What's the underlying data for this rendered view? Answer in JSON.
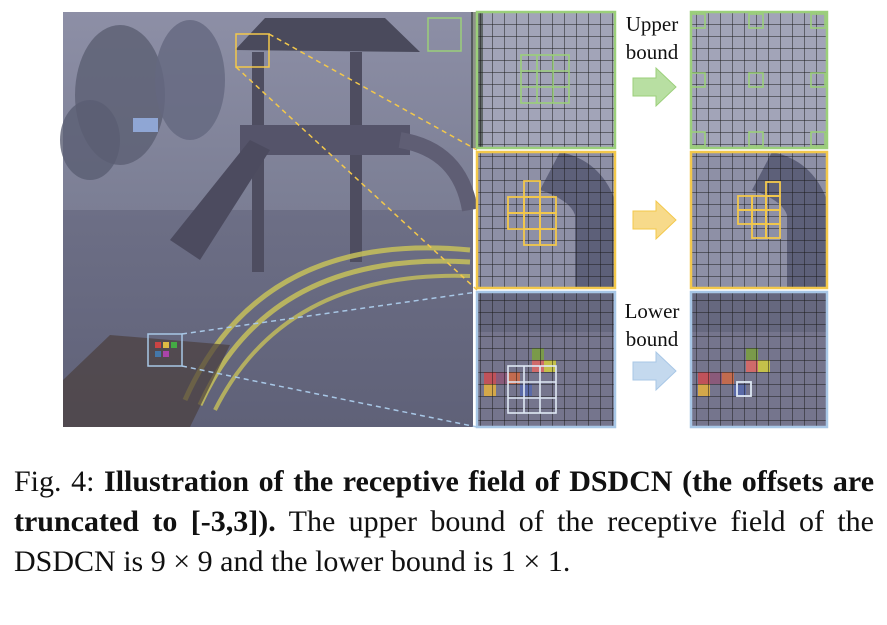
{
  "figure": {
    "upper_label": [
      "Upper",
      "bound"
    ],
    "lower_label": [
      "Lower",
      "bound"
    ],
    "colors": {
      "upper": "#9bcf7a",
      "middle": "#f3c84b",
      "lower": "#a8c7e6",
      "grid": "#1a1a1a"
    }
  },
  "caption": {
    "prefix": "Fig. 4: ",
    "bold": "Illustration of the receptive field of DSDCN (the offsets are truncated to [-3,3]).",
    "text1": " The upper bound of the receptive field of the DSDCN is ",
    "math1": "9 × 9",
    "text2": " and the lower bound is ",
    "math2": "1 × 1",
    "text3": "."
  }
}
